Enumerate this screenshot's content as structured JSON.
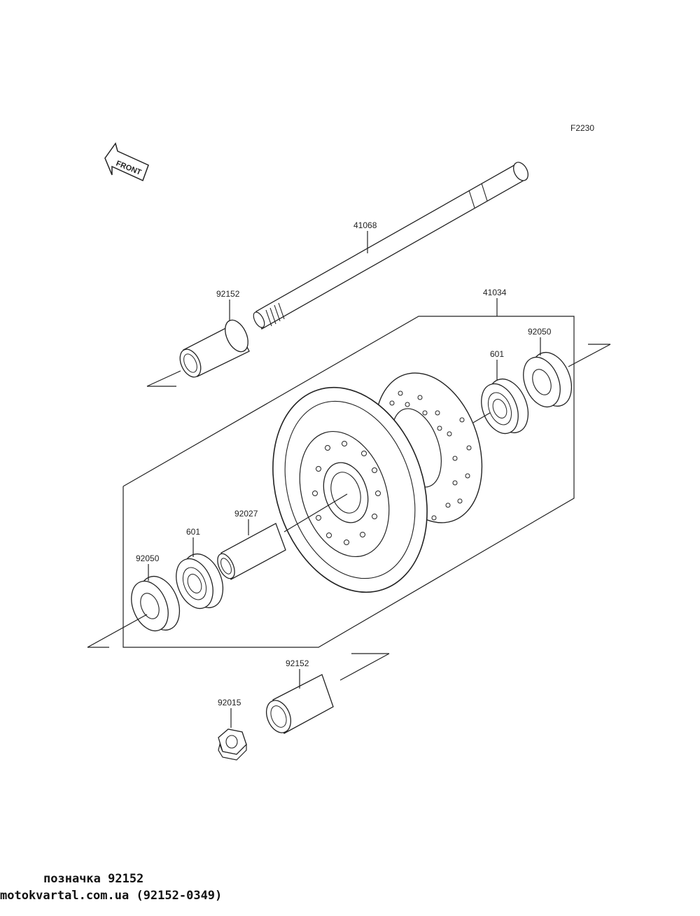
{
  "diagram_code": "F2230",
  "front_arrow_text": "FRONT",
  "parts": {
    "axle": "41068",
    "collar_top": "92152",
    "hub_assembly": "41034",
    "seal_right": "92050",
    "bearing_right": "601",
    "spacer": "92027",
    "bearing_left": "601",
    "seal_left": "92050",
    "collar_bottom": "92152",
    "nut": "92015"
  },
  "footer": {
    "line1": "позначка 92152",
    "line2": "motokvartal.com.ua (92152-0349)"
  }
}
